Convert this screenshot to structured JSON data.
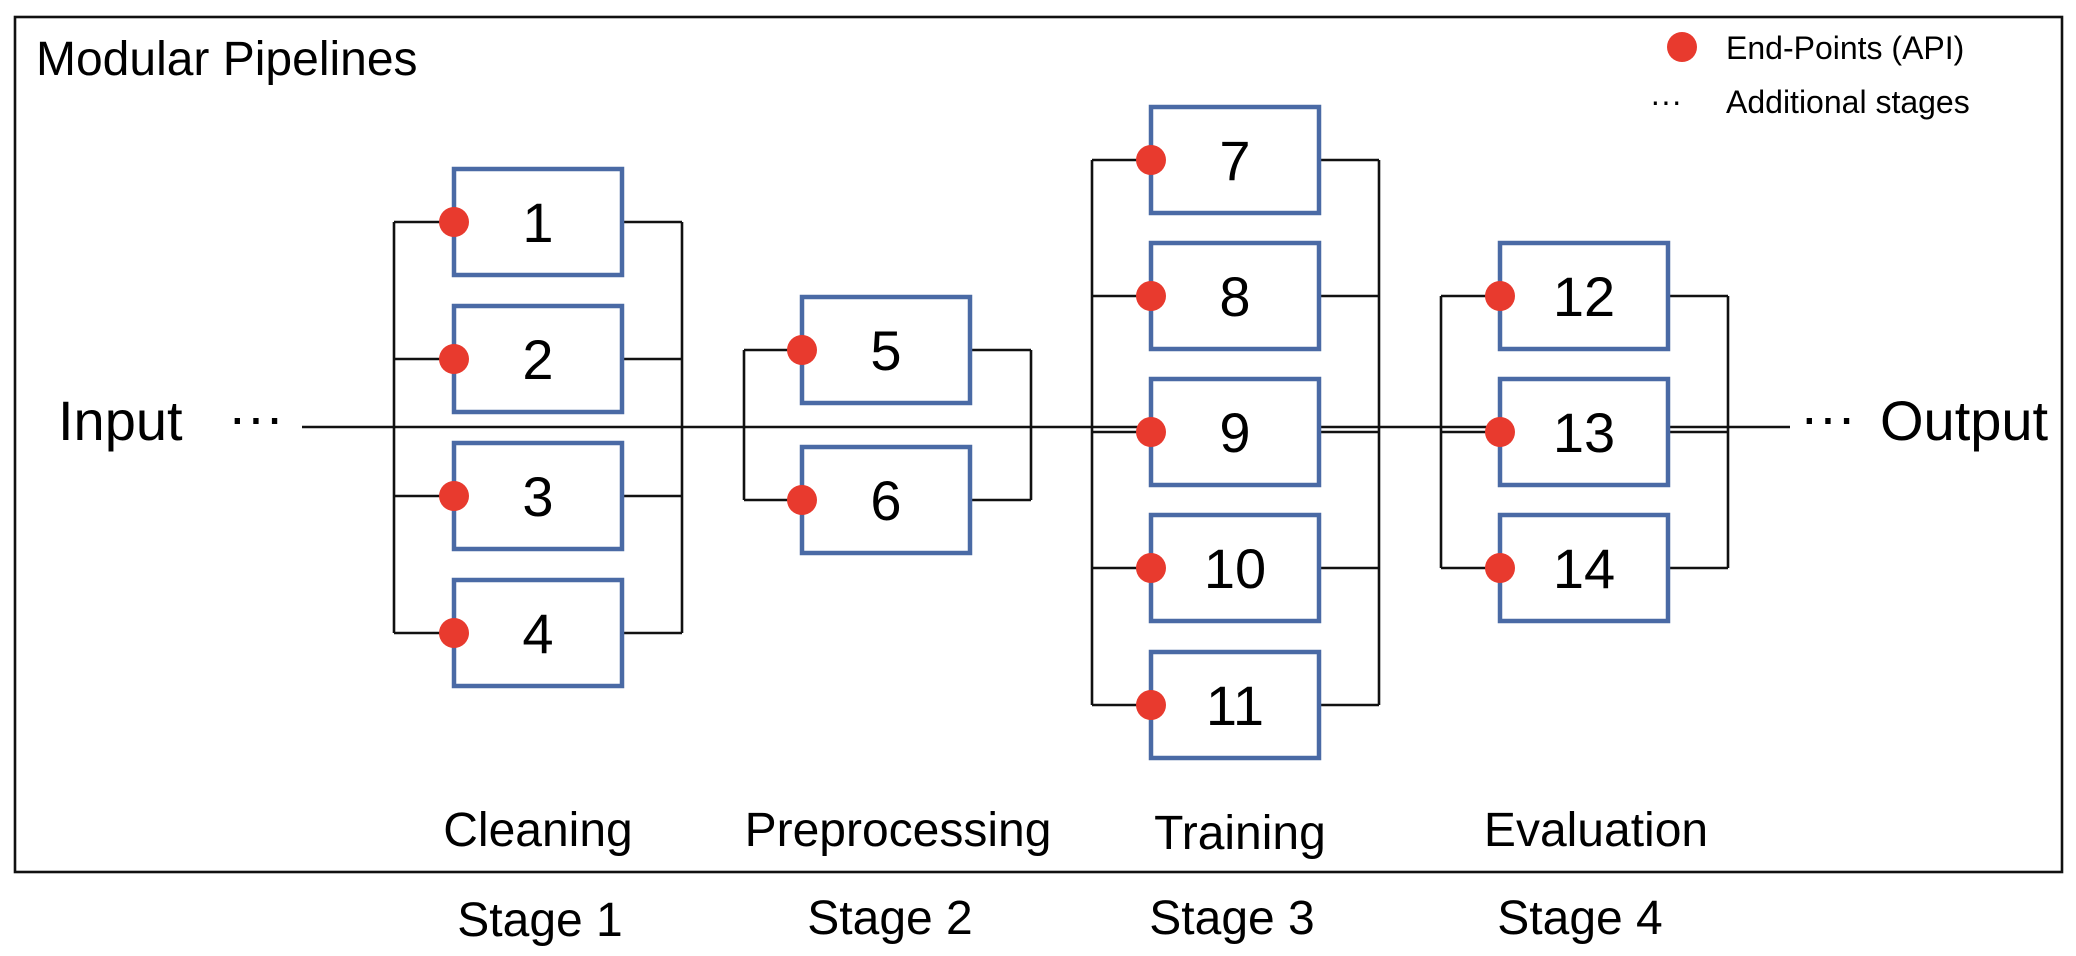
{
  "title": "Modular Pipelines",
  "input_label": "Input",
  "output_label": "Output",
  "ellipsis": "···",
  "legend": {
    "endpoint_label": "End-Points (API)",
    "additional_label": "Additional stages",
    "ellipsis_symbol": "···",
    "endpoint_color": "#e83a2e"
  },
  "colors": {
    "box_border": "#4a6aa5",
    "endpoint": "#e83a2e",
    "line": "#111111"
  },
  "stages": [
    {
      "name": "Cleaning",
      "stage": "Stage 1",
      "modules": [
        "1",
        "2",
        "3",
        "4"
      ]
    },
    {
      "name": "Preprocessing",
      "stage": "Stage 2",
      "modules": [
        "5",
        "6"
      ]
    },
    {
      "name": "Training",
      "stage": "Stage 3",
      "modules": [
        "7",
        "8",
        "9",
        "10",
        "11"
      ]
    },
    {
      "name": "Evaluation",
      "stage": "Stage 4",
      "modules": [
        "12",
        "13",
        "14"
      ]
    }
  ]
}
